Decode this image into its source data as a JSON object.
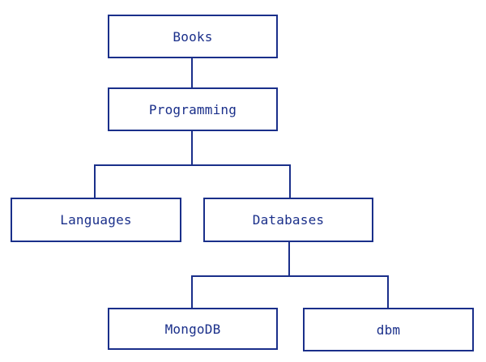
{
  "diagram": {
    "type": "tree",
    "line_color": "#1a2f8a",
    "nodes": {
      "books": "Books",
      "programming": "Programming",
      "languages": "Languages",
      "databases": "Databases",
      "mongodb": "MongoDB",
      "dbm": "dbm"
    },
    "edges": [
      {
        "from": "books",
        "to": "programming"
      },
      {
        "from": "programming",
        "to": "languages"
      },
      {
        "from": "programming",
        "to": "databases"
      },
      {
        "from": "databases",
        "to": "mongodb"
      },
      {
        "from": "databases",
        "to": "dbm"
      }
    ]
  }
}
